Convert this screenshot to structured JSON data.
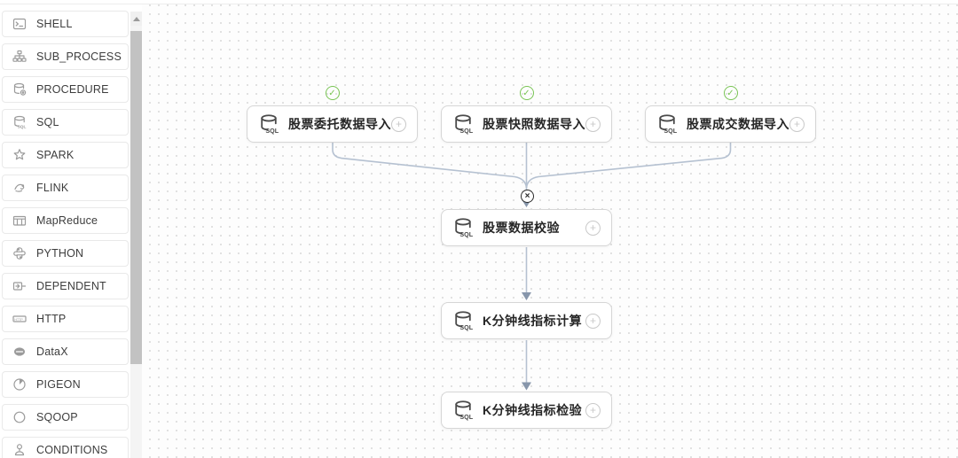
{
  "sidebar": {
    "items": [
      {
        "label": "SHELL",
        "icon": "shell-icon"
      },
      {
        "label": "SUB_PROCESS",
        "icon": "sub-process-icon"
      },
      {
        "label": "PROCEDURE",
        "icon": "procedure-icon"
      },
      {
        "label": "SQL",
        "icon": "sql-icon"
      },
      {
        "label": "SPARK",
        "icon": "spark-icon"
      },
      {
        "label": "FLINK",
        "icon": "flink-icon"
      },
      {
        "label": "MapReduce",
        "icon": "mapreduce-icon"
      },
      {
        "label": "PYTHON",
        "icon": "python-icon"
      },
      {
        "label": "DEPENDENT",
        "icon": "dependent-icon"
      },
      {
        "label": "HTTP",
        "icon": "http-icon"
      },
      {
        "label": "DataX",
        "icon": "datax-icon"
      },
      {
        "label": "PIGEON",
        "icon": "pigeon-icon"
      },
      {
        "label": "SQOOP",
        "icon": "sqoop-icon"
      },
      {
        "label": "CONDITIONS",
        "icon": "conditions-icon"
      }
    ]
  },
  "canvas": {
    "nodes": [
      {
        "id": "n1",
        "label": "股票委托数据导入",
        "type": "SQL",
        "status": "success"
      },
      {
        "id": "n2",
        "label": "股票快照数据导入",
        "type": "SQL",
        "status": "success"
      },
      {
        "id": "n3",
        "label": "股票成交数据导入",
        "type": "SQL",
        "status": "success"
      },
      {
        "id": "n4",
        "label": "股票数据校验",
        "type": "SQL",
        "status": null
      },
      {
        "id": "n5",
        "label": "K分钟线指标计算",
        "type": "SQL",
        "status": null
      },
      {
        "id": "n6",
        "label": "K分钟线指标检验",
        "type": "SQL",
        "status": null
      }
    ],
    "edges": [
      {
        "from": "n1",
        "to": "n4"
      },
      {
        "from": "n2",
        "to": "n4"
      },
      {
        "from": "n3",
        "to": "n4"
      },
      {
        "from": "n4",
        "to": "n5"
      },
      {
        "from": "n5",
        "to": "n6"
      }
    ],
    "status_check_glyph": "✓",
    "node_add_glyph": "+",
    "edge_badge_glyph": "×"
  },
  "colors": {
    "success_green": "#79c454",
    "edge": "#b5c1d1",
    "arrowhead": "#8796ab",
    "node_border": "#d6d6d6",
    "node_text": "#262626",
    "sidebar_icon": "#9b9b9b",
    "sidebar_text": "#3d3d3d"
  }
}
